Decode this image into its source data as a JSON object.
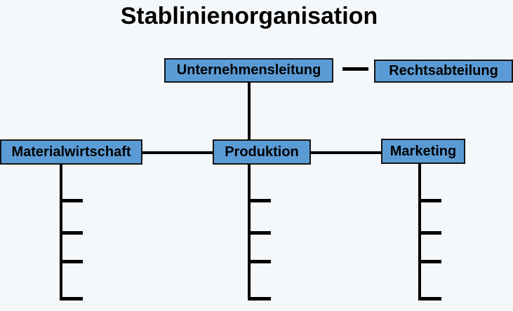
{
  "title": "Stablinienorganisation",
  "colors": {
    "background": "#f5f8fb",
    "node_fill": "#5b9bd5",
    "node_border": "#151515",
    "connector": "#000000",
    "text": "#000000"
  },
  "nodes": {
    "management": {
      "label": "Unternehmensleitung"
    },
    "staff_unit": {
      "label": "Rechtsabteilung"
    },
    "departments": [
      {
        "label": "Materialwirtschaft",
        "sub_slots": 4
      },
      {
        "label": "Produktion",
        "sub_slots": 4
      },
      {
        "label": "Marketing",
        "sub_slots": 4
      }
    ]
  }
}
